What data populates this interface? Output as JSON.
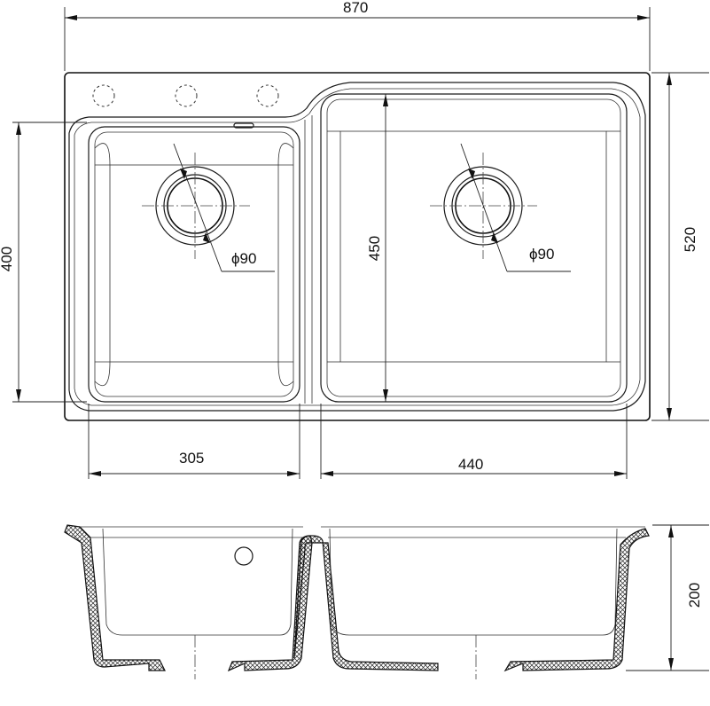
{
  "dimensions": {
    "overall_width": "870",
    "overall_depth": "520",
    "left_bowl_width": "305",
    "right_bowl_width": "440",
    "left_bowl_length": "400",
    "right_bowl_length": "450",
    "drain_diameter_left": "ϕ90",
    "drain_diameter_right": "ϕ90",
    "bowl_depth": "200"
  }
}
